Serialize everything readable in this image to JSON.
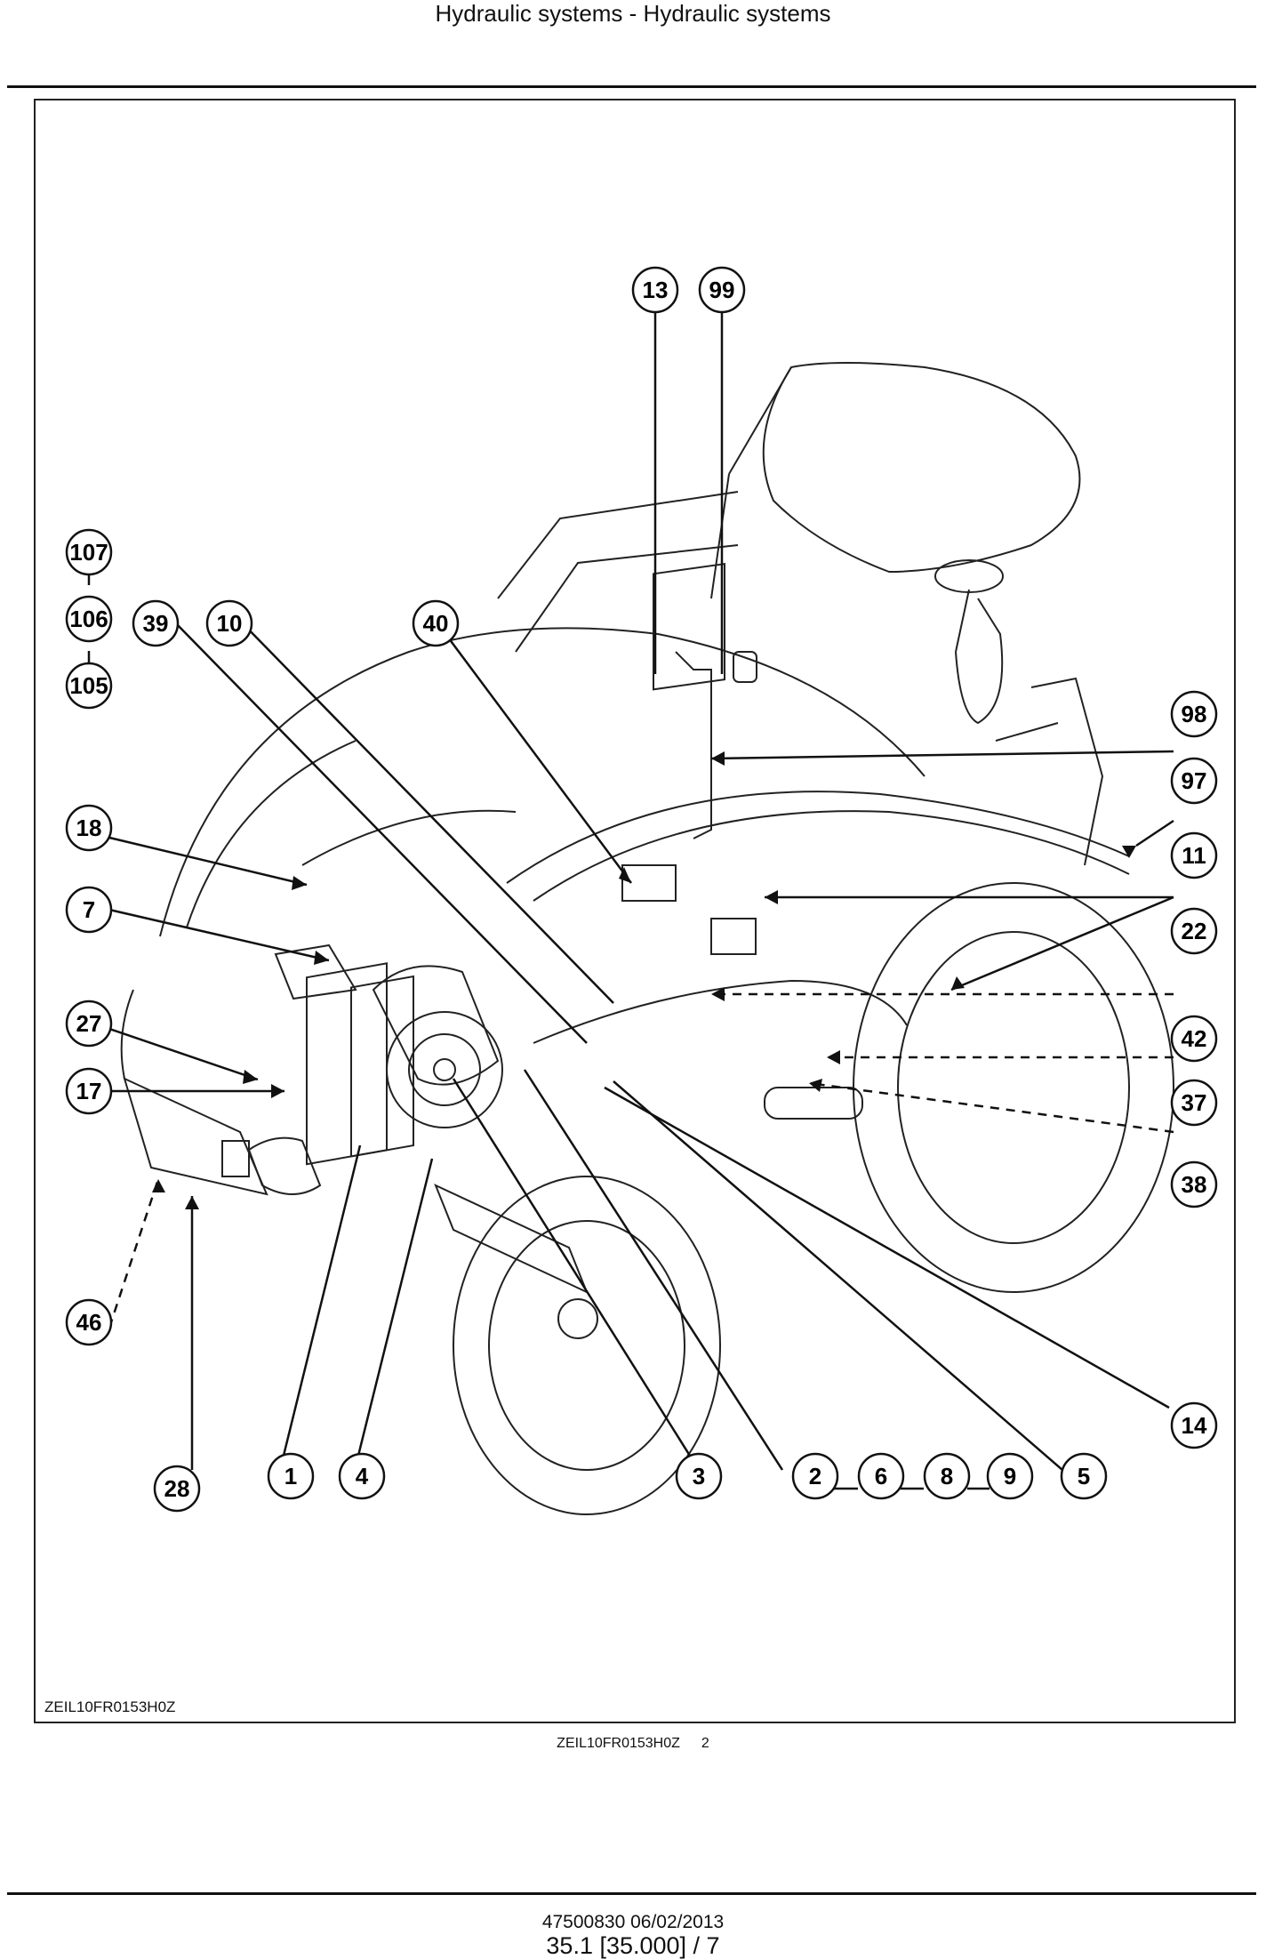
{
  "header": {
    "title": "Hydraulic systems - Hydraulic systems"
  },
  "figure": {
    "image_code": "ZEIL10FR0153H0Z",
    "caption_code": "ZEIL10FR0153H0Z",
    "caption_number": "2",
    "callouts": [
      "13",
      "99",
      "107",
      "106",
      "105",
      "18",
      "7",
      "27",
      "17",
      "46",
      "28",
      "39",
      "10",
      "40",
      "98",
      "97",
      "11",
      "22",
      "42",
      "37",
      "38",
      "14",
      "1",
      "4",
      "3",
      "2",
      "6",
      "8",
      "9",
      "5"
    ]
  },
  "footer": {
    "doc_info": "47500830 06/02/2013",
    "page": "35.1 [35.000] / 7"
  }
}
